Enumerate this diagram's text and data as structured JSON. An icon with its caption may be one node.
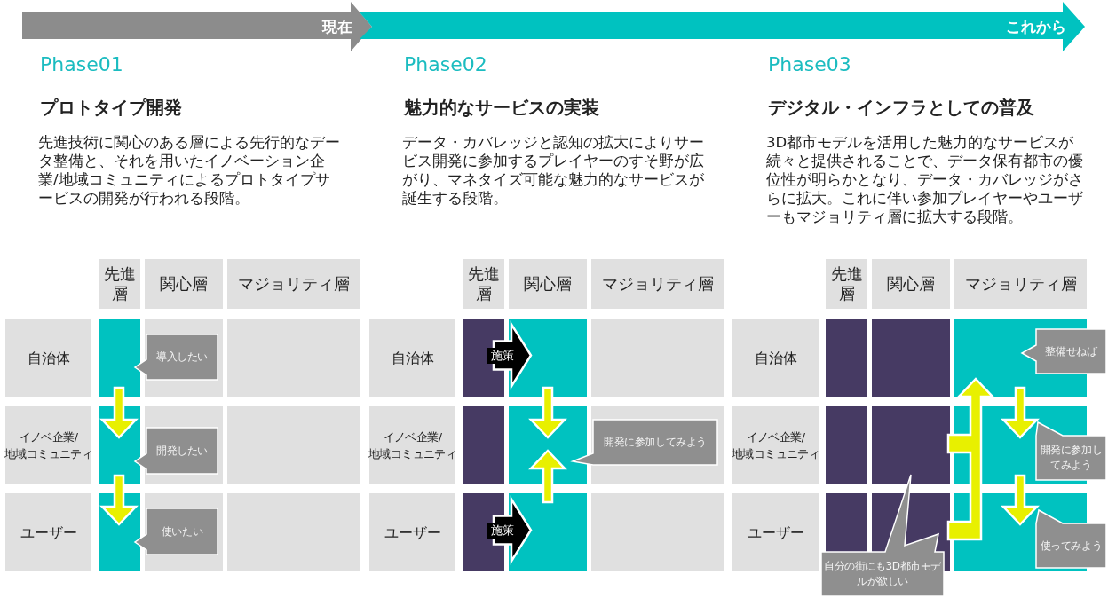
{
  "diagram": {
    "nodes": [
      {
        "text": [
          "現在"
        ]
      },
      {
        "text": [
          "これから"
        ]
      },
      {
        "text": [
          "先進層"
        ]
      },
      {
        "text": [
          "関心層"
        ]
      },
      {
        "text": [
          "マジョリティ層"
        ]
      },
      {
        "text": [
          "自治体"
        ]
      },
      {
        "text": [
          "イノベ企業/地域コミュニティ"
        ]
      },
      {
        "text": [
          "ユーザー"
        ]
      },
      {
        "text": [],
        "shape": "box"
      },
      {
        "text": [],
        "shape": "box"
      },
      {
        "text": [],
        "shape": "box"
      },
      {
        "text": [],
        "shape": "box"
      },
      {
        "text": [],
        "shape": "box"
      },
      {
        "text": [],
        "shape": "box"
      },
      {
        "text": [],
        "shape": "box"
      },
      {
        "text": [],
        "shape": "box"
      },
      {
        "text": [],
        "shape": "box"
      },
      {
        "text": [
          "導入したい"
        ]
      },
      {
        "text": [
          "開発したい"
        ]
      },
      {
        "text": [
          "使いたい"
        ]
      },
      {
        "text": [
          "先進層"
        ]
      },
      {
        "text": [
          "関心層"
        ]
      },
      {
        "text": [
          "マジョリティ層"
        ]
      },
      {
        "text": [
          "自治体"
        ]
      },
      {
        "text": [
          "イノベ企業/地域コミュニティ"
        ]
      },
      {
        "text": [
          "ユーザー"
        ]
      },
      {
        "text": [],
        "shape": "box"
      },
      {
        "text": [],
        "shape": "box"
      },
      {
        "text": [],
        "shape": "box"
      },
      {
        "text": [],
        "shape": "box"
      },
      {
        "text": [],
        "shape": "box"
      },
      {
        "text": [],
        "shape": "box"
      },
      {
        "text": [],
        "shape": "box"
      },
      {
        "text": [],
        "shape": "box"
      },
      {
        "text": [],
        "shape": "box"
      },
      {
        "text": [
          "開発に参加してみよう"
        ]
      },
      {
        "text": [
          "先進層"
        ]
      },
      {
        "text": [
          "関心層"
        ]
      },
      {
        "text": [
          "マジョリティ層"
        ]
      },
      {
        "text": [
          "自治体"
        ]
      },
      {
        "text": [
          "イノベ企業/地域コミュニティ"
        ]
      },
      {
        "text": [
          "ユーザー"
        ]
      },
      {
        "text": [],
        "shape": "box"
      },
      {
        "text": [],
        "shape": "box"
      },
      {
        "text": [],
        "shape": "box"
      },
      {
        "text": [],
        "shape": "box"
      },
      {
        "text": [],
        "shape": "box"
      },
      {
        "text": [],
        "shape": "box"
      },
      {
        "text": [],
        "shape": "box"
      },
      {
        "text": [],
        "shape": "box"
      },
      {
        "text": [],
        "shape": "box"
      },
      {
        "text": [
          "整備せねば"
        ]
      },
      {
        "text": [
          "開発に参加してみよう"
        ]
      },
      {
        "text": [
          "使ってみよう"
        ]
      },
      {
        "text": [
          "自分の街にも3D都市モデルが欲しい"
        ]
      }
    ],
    "edges": [
      {
        "from": 8,
        "to": 11,
        "arrow": "to"
      },
      {
        "from": 11,
        "to": 14,
        "arrow": "to"
      },
      {
        "from": 26,
        "to": 27,
        "arrow": "to",
        "label": "施策",
        "color": "#000000"
      },
      {
        "from": 32,
        "to": 33,
        "arrow": "to",
        "label": "施策",
        "color": "#000000"
      },
      {
        "from": 27,
        "to": 30,
        "arrow": "to"
      },
      {
        "from": 33,
        "to": 30,
        "arrow": "to"
      },
      {
        "from": 46,
        "to": 44,
        "arrow": "to"
      },
      {
        "from": 49,
        "to": 44,
        "arrow": "to"
      },
      {
        "from": 44,
        "to": 47,
        "arrow": "to"
      },
      {
        "from": 47,
        "to": 50,
        "arrow": "to"
      }
    ],
    "labels": [
      "Phase01",
      "プロトタイプ開発",
      "先進技術に関心のある層による先行的なデータ整備と、それを用いたイノベーション企業/地域コミュニティによるプロトタイプサービスの開発が行われる段階。",
      "Phase02",
      "魅力的なサービスの実装",
      "データ・カバレッジと認知の拡大によりサービス開発に参加するプレイヤーのすそ野が広がり、マネタイズ可能な魅力的なサービスが誕生する段階。",
      "Phase03",
      "デジタル・インフラとしての普及",
      "3D都市モデルを活用した魅力的なサービスが続々と提供されることで、データ保有都市の優位性が明らかとなり、データ・カバレッジがさらに拡大。これに伴い参加プレイヤーやユーザーもマジョリティ層に拡大する段階。"
    ]
  }
}
